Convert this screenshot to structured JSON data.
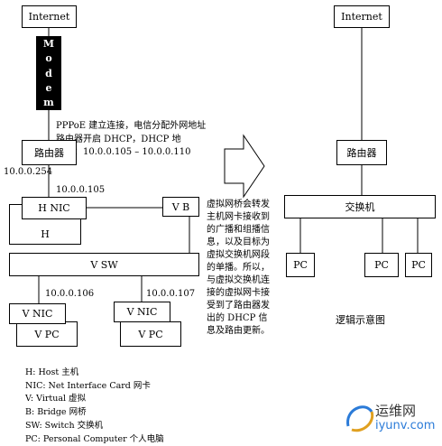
{
  "left": {
    "internet": "Internet",
    "modem_letters": [
      "M",
      "o",
      "d",
      "e",
      "m"
    ],
    "pppoe_lines": [
      "PPPoE 建立连接，电信分配外网地址",
      "路由器开启 DHCP，DHCP 地",
      "址池：10.0.0.105 – 10.0.0.110"
    ],
    "router": "路由器",
    "ip_router": "10.0.0.254",
    "ip_host": "10.0.0.105",
    "hnic": "H NIC",
    "h": "H",
    "vb": "V B",
    "vsw": "V SW",
    "ip_vm1": "10.0.0.106",
    "ip_vm2": "10.0.0.107",
    "vnic": "V NIC",
    "vpc": "V PC"
  },
  "note": "虚拟网桥会转发主机网卡接收到的广播和组播信息，以及目标为虚拟交换机网段的单播。所以，与虚拟交换机连接的虚拟网卡接受到了路由器发出的 DHCP 信息及路由更新。",
  "legend": [
    "H: Host  主机",
    "NIC: Net Interface Card  网卡",
    "V: Virtual  虚拟",
    "B: Bridge  网桥",
    "SW: Switch  交换机",
    "PC: Personal Computer  个人电脑"
  ],
  "right": {
    "internet": "Internet",
    "router": "路由器",
    "switch": "交换机",
    "pc": "PC",
    "caption": "逻辑示意图"
  },
  "watermark": {
    "title": "运维网",
    "url": "iyunv.com"
  }
}
